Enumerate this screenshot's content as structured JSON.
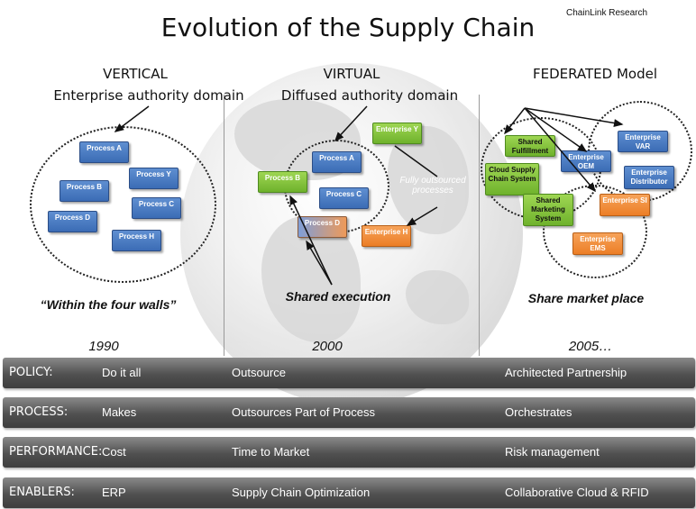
{
  "title": "Evolution of the Supply Chain",
  "credit": "ChainLink Research",
  "columns": {
    "vertical": {
      "heading": "VERTICAL",
      "subheading": "Enterprise authority domain",
      "boxes": [
        "Process A",
        "Process Y",
        "Process B",
        "Process C",
        "Process D",
        "Process H"
      ],
      "caption": "“Within the four walls”",
      "year": "1990"
    },
    "virtual": {
      "heading": "VIRTUAL",
      "subheading": "Diffused authority domain",
      "boxes": [
        "Enterprise Y",
        "Process A",
        "Process B",
        "Process C",
        "Process D",
        "Enterprise H"
      ],
      "note": "Fully outsourced processes",
      "caption": "Shared execution",
      "year": "2000"
    },
    "federated": {
      "heading": "FEDERATED Model",
      "boxes": [
        "Shared Fulfillment",
        "Enterprise VAR",
        "Cloud Supply Chain System",
        "Enterprise OEM",
        "Enterprise Distributor",
        "Shared Marketing System",
        "Enterprise SI",
        "Enterprise EMS"
      ],
      "caption": "Share market place",
      "year": "2005…"
    }
  },
  "rows": [
    {
      "label": "POLICY:",
      "c1": "Do it all",
      "c2": "Outsource",
      "c3": "Architected Partnership"
    },
    {
      "label": "PROCESS:",
      "c1": "Makes",
      "c2": "Outsources Part of Process",
      "c3": "Orchestrates"
    },
    {
      "label": "PERFORMANCE:",
      "c1": "Cost",
      "c2": "Time to Market",
      "c3": "Risk management"
    },
    {
      "label": "ENABLERS:",
      "c1": "ERP",
      "c2": "Supply Chain Optimization",
      "c3": "Collaborative Cloud & RFID"
    }
  ],
  "colors": {
    "process_blue": "#3b6cb5",
    "outsourced_green": "#6fb22c",
    "enterprise_orange": "#ec7e26",
    "row_bar": "#505050"
  }
}
